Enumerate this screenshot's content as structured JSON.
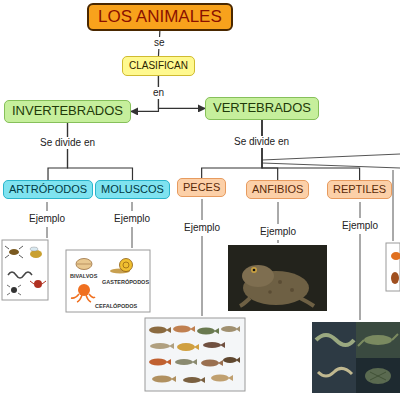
{
  "diagram": {
    "nodes": [
      {
        "text": [
          "LOS ANIMALES"
        ]
      },
      {
        "text": [
          "CLASIFICAN"
        ]
      },
      {
        "text": [
          "INVERTEBRADOS"
        ]
      },
      {
        "text": [
          "VERTEBRADOS"
        ]
      },
      {
        "text": [
          "ARTRÓPODOS"
        ]
      },
      {
        "text": [
          "MOLUSCOS"
        ]
      },
      {
        "text": [
          "PECES"
        ]
      },
      {
        "text": [
          "ANFIBIOS"
        ]
      },
      {
        "text": [
          "REPTILES"
        ]
      }
    ],
    "edges": [
      {
        "from": 0,
        "to": 1,
        "arrow": "none",
        "label": "se"
      },
      {
        "from": 1,
        "to": 2,
        "arrow": "to",
        "label": "en"
      },
      {
        "from": 1,
        "to": 3,
        "arrow": "to"
      },
      {
        "from": 2,
        "to": 4,
        "arrow": "none",
        "label": "Se divide en"
      },
      {
        "from": 2,
        "to": 5,
        "arrow": "none"
      },
      {
        "from": 3,
        "to": 6,
        "arrow": "none",
        "label": "Se divide en"
      },
      {
        "from": 3,
        "to": 7,
        "arrow": "none"
      },
      {
        "from": 3,
        "to": 8,
        "arrow": "none"
      }
    ],
    "labels": [
      "Ejemplo",
      "Ejemplo",
      "Ejemplo",
      "Ejemplo",
      "Ejemplo",
      "BIVALVOS",
      "GASTERÓPODOS",
      "CEFALÓPODOS"
    ]
  }
}
